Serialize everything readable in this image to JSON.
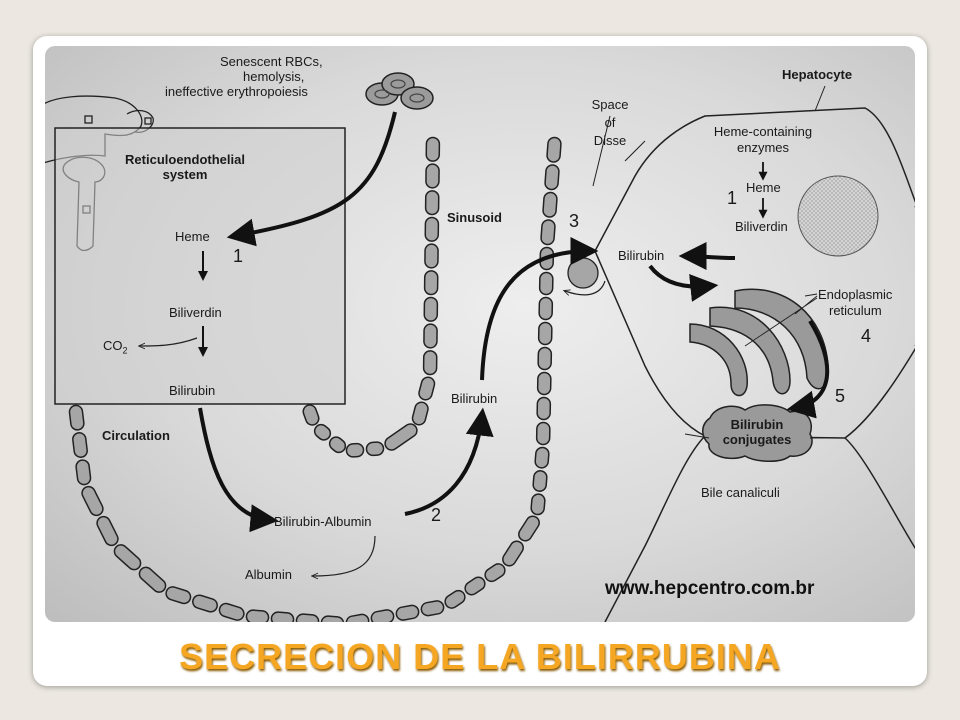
{
  "figure": {
    "labels": {
      "senescent": "Senescent RBCs,",
      "hemolysis": "hemolysis,",
      "ineffective": "ineffective erythropoiesis",
      "res_line1": "Reticuloendothelial",
      "res_line2": "system",
      "heme_left": "Heme",
      "step1_left": "1",
      "biliverdin_left": "Biliverdin",
      "co2": "CO",
      "co2_sub": "2",
      "bilirubin_left": "Bilirubin",
      "circulation": "Circulation",
      "sinusoid": "Sinusoid",
      "bilirubin_mid": "Bilirubin",
      "bilirubin_albumin": "Bilirubin-Albumin",
      "step2": "2",
      "albumin": "Albumin",
      "space1": "Space",
      "space2": "of",
      "space3": "Disse",
      "step3": "3",
      "hepatocyte": "Hepatocyte",
      "heme_enz1": "Heme-containing",
      "heme_enz2": "enzymes",
      "heme_right": "Heme",
      "step1_right": "1",
      "biliverdin_right": "Biliverdin",
      "bilirubin_right": "Bilirubin",
      "er1": "Endoplasmic",
      "er2": "reticulum",
      "step4": "4",
      "step5": "5",
      "conj1": "Bilirubin",
      "conj2": "conjugates",
      "bile_canaliculi": "Bile canaliculi",
      "website": "www.hepcentro.com.br"
    }
  },
  "slide_title": "SECRECION DE LA BILIRRUBINA",
  "colors": {
    "title": "#f5a623",
    "title_shadow": "#8a5a00",
    "background": "#ece8e1"
  }
}
